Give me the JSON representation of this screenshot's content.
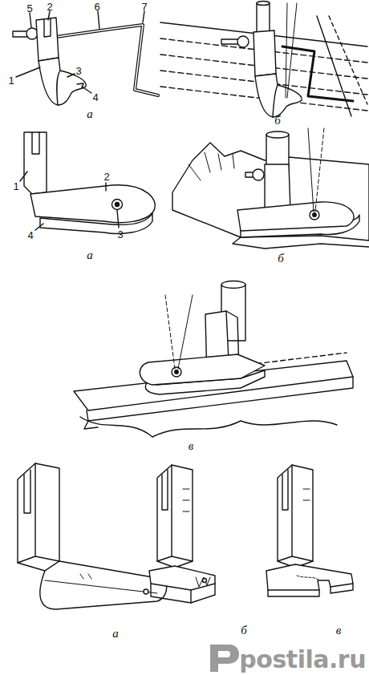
{
  "diagram": {
    "labels": [
      "5",
      "2",
      "6",
      "7",
      "1",
      "3",
      "4",
      "а",
      "б",
      "1",
      "2",
      "3",
      "4",
      "а",
      "б",
      "в",
      "а",
      "б",
      "в",
      "postila.ru"
    ]
  }
}
